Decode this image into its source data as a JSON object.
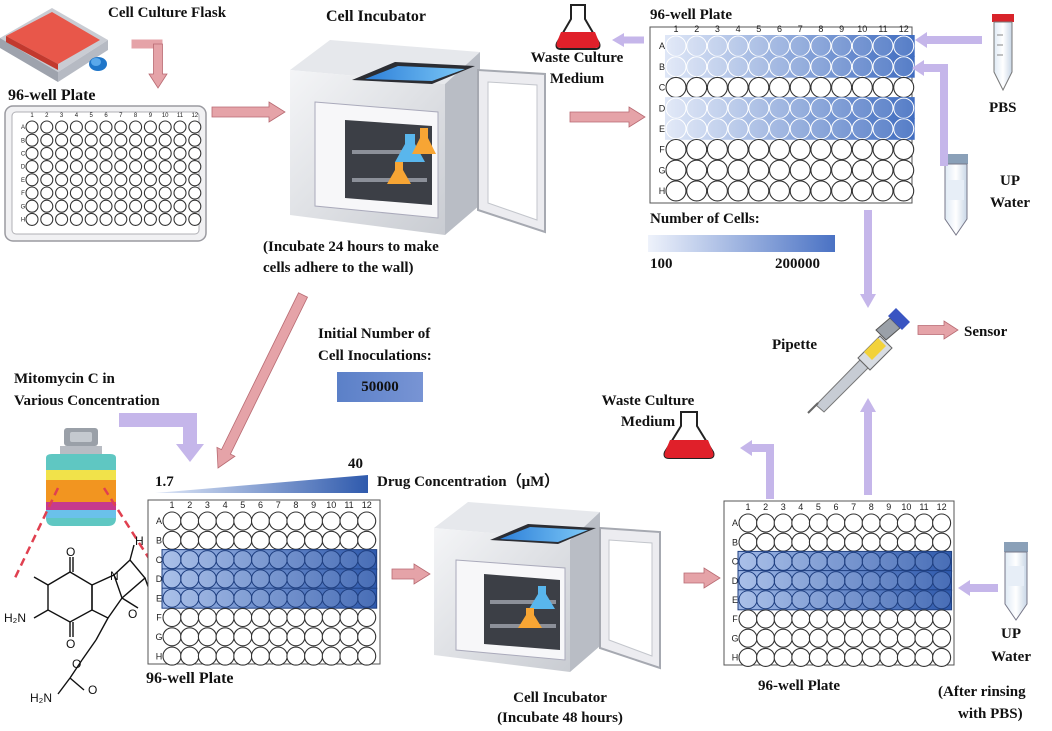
{
  "labels": {
    "cell_culture_flask": "Cell Culture Flask",
    "plate_top_left": "96-well Plate",
    "incubator_top": "Cell Incubator",
    "incubate_24_line1": "(Incubate 24 hours to make",
    "incubate_24_line2": "cells adhere to the wall)",
    "waste_top_line1": "Waste Culture",
    "waste_top_line2": "Medium",
    "plate_top_right": "96-well Plate",
    "pbs": "PBS",
    "up_water_top_line1": "UP",
    "up_water_top_line2": "Water",
    "number_of_cells": "Number of Cells:",
    "cells_min": "100",
    "cells_max": "200000",
    "initial_line1": "Initial Number of",
    "initial_line2": "Cell Inoculations:",
    "initial_value": "50000",
    "mitomycin_line1": "Mitomycin C in",
    "mitomycin_line2": "Various Concentration",
    "pipette": "Pipette",
    "sensor": "Sensor",
    "waste_bottom_line1": "Waste Culture",
    "waste_bottom_line2": "Medium",
    "drug_min": "1.7",
    "drug_max": "40",
    "drug_concentration": "Drug Concentration（μM）",
    "plate_bottom_left": "96-well Plate",
    "incubator_bottom_line1": "Cell Incubator",
    "incubator_bottom_line2": "(Incubate 48 hours)",
    "plate_bottom_right": "96-well Plate",
    "up_water_bottom_line1": "UP",
    "up_water_bottom_line2": "Water",
    "rinse_line1": "(After rinsing",
    "rinse_line2": "with PBS)"
  },
  "plate": {
    "rows": [
      "A",
      "B",
      "C",
      "D",
      "E",
      "F",
      "G",
      "H"
    ],
    "cols": [
      "1",
      "2",
      "3",
      "4",
      "5",
      "6",
      "7",
      "8",
      "9",
      "10",
      "11",
      "12"
    ]
  },
  "filled_rows": {
    "plate_top_right": [
      "A",
      "B",
      "D",
      "E"
    ],
    "plate_bottom_left": [
      "C",
      "D",
      "E"
    ],
    "plate_bottom_right": [
      "C",
      "D",
      "E"
    ]
  },
  "colors": {
    "arrow_red": "#e5a3a8",
    "arrow_purple": "#c5b6ea",
    "well_blue_dark": "#3f6cc0",
    "well_blue_light": "#dfe7f7",
    "flask_red": "#e04a3c",
    "incubator_screen": "#4aa8ef"
  }
}
